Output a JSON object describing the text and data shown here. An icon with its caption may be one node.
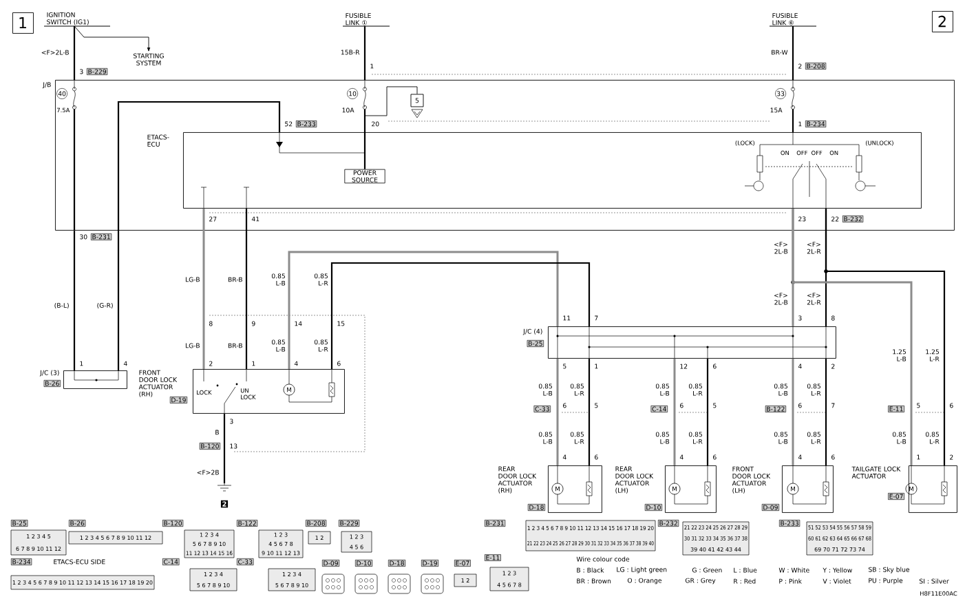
{
  "diagram": {
    "nodes": [
      {
        "text": [
          "1"
        ]
      },
      {
        "text": [
          "2"
        ]
      },
      {
        "text": [
          "IGNITION SWITCH (IG1)"
        ]
      },
      {
        "text": [
          "STARTING SYSTEM"
        ]
      },
      {
        "text": [
          "FUSIBLE LINK ①"
        ]
      },
      {
        "text": [
          "FUSIBLE LINK ⑥"
        ]
      },
      {
        "text": [
          "J/B"
        ]
      },
      {
        "text": [
          "ETACS-ECU"
        ],
        "in": 6
      },
      {
        "text": [
          "POWER SOURCE"
        ],
        "in": 7
      },
      {
        "text": [
          "J/C (3)",
          "B-26"
        ]
      },
      {
        "text": [
          "FRONT DOOR LOCK ACTUATOR (RH)",
          "D-19"
        ]
      },
      {
        "text": [
          "2"
        ]
      },
      {
        "text": [
          "J/C (4)",
          "B-25"
        ]
      },
      {
        "text": [
          "REAR DOOR LOCK ACTUATOR (RH)",
          "D-18"
        ]
      },
      {
        "text": [
          "REAR DOOR LOCK ACTUATOR (LH)",
          "D-10"
        ]
      },
      {
        "text": [
          "FRONT DOOR LOCK ACTUATOR (LH)",
          "D-09"
        ]
      },
      {
        "text": [
          "TAILGATE LOCK ACTUATOR",
          "E-07"
        ]
      },
      {
        "text": [
          "5"
        ],
        "in": 6
      }
    ],
    "edges": [
      {
        "from": 2,
        "to": 6,
        "arrow": "none"
      },
      {
        "from": 2,
        "to": 3,
        "arrow": "to"
      },
      {
        "from": 4,
        "to": 6,
        "arrow": "none"
      },
      {
        "from": 5,
        "to": 6,
        "arrow": "none"
      },
      {
        "from": 6,
        "to": 9,
        "arrow": "none"
      },
      {
        "from": 7,
        "to": 9,
        "arrow": "none"
      },
      {
        "from": 7,
        "to": 10,
        "arrow": "none",
        "color": "#8c8c8c"
      },
      {
        "from": 7,
        "to": 10,
        "arrow": "none"
      },
      {
        "from": 10,
        "to": 12,
        "arrow": "none",
        "color": "#8c8c8c"
      },
      {
        "from": 10,
        "to": 12,
        "arrow": "none"
      },
      {
        "from": 7,
        "to": 12,
        "arrow": "none",
        "color": "#8c8c8c"
      },
      {
        "from": 7,
        "to": 12,
        "arrow": "none"
      },
      {
        "from": 7,
        "to": 16,
        "arrow": "none",
        "color": "#8c8c8c"
      },
      {
        "from": 7,
        "to": 16,
        "arrow": "none"
      },
      {
        "from": 12,
        "to": 13,
        "arrow": "none",
        "color": "#8c8c8c"
      },
      {
        "from": 12,
        "to": 13,
        "arrow": "none"
      },
      {
        "from": 12,
        "to": 14,
        "arrow": "none",
        "color": "#8c8c8c"
      },
      {
        "from": 12,
        "to": 14,
        "arrow": "none"
      },
      {
        "from": 12,
        "to": 15,
        "arrow": "none",
        "color": "#8c8c8c"
      },
      {
        "from": 12,
        "to": 15,
        "arrow": "none"
      },
      {
        "from": 10,
        "to": 11,
        "arrow": "none"
      },
      {
        "from": 6,
        "to": 17,
        "arrow": "none"
      },
      {
        "from": 6,
        "to": 8,
        "arrow": "none"
      }
    ],
    "labels": [
      "<F>2L-B",
      "3",
      "B-229",
      "15B-R",
      "1",
      "BR-W",
      "2",
      "B-208",
      "40",
      "7.5A",
      "10",
      "10A",
      "33",
      "15A",
      "52",
      "B-233",
      "20",
      "1",
      "B-234",
      "(LOCK)",
      "ON",
      "OFF",
      "OFF",
      "ON",
      "(UNLOCK)",
      "27",
      "41",
      "23",
      "22",
      "B-232",
      "30",
      "B-231",
      "<F> 2L-B",
      "<F> 2L-R",
      "(B-L)",
      "(G-R)",
      "LG-B",
      "BR-B",
      "0.85 L-B",
      "0.85 L-R",
      "8",
      "9",
      "14",
      "15",
      "LG-B",
      "BR-B",
      "0.85 L-B",
      "0.85 L-R",
      "1",
      "4",
      "2",
      "1",
      "4",
      "6",
      "LOCK",
      "UN LOCK",
      "3",
      "B",
      "B-120",
      "13",
      "<F>2B",
      "<F> 2L-B",
      "<F> 2L-R",
      "11",
      "7",
      "3",
      "8",
      "1.25 L-B",
      "1.25 L-R",
      "5",
      "1",
      "12",
      "6",
      "4",
      "2",
      "0.85 L-B",
      "0.85 L-R",
      "0.85 L-B",
      "0.85 L-R",
      "0.85 L-B",
      "0.85 L-R",
      "C-33",
      "6",
      "5",
      "C-14",
      "6",
      "5",
      "B-122",
      "6",
      "7",
      "E-11",
      "5",
      "6",
      "0.85 L-B",
      "0.85 L-R",
      "0.85 L-B",
      "0.85 L-R",
      "0.85 L-B",
      "0.85 L-R",
      "0.85 L-B",
      "0.85 L-R",
      "4",
      "6",
      "4",
      "6",
      "4",
      "6",
      "1",
      "2",
      "B-25",
      "1 2 3 4 5",
      "6 7 8 9 10 11 12",
      "B-26",
      "1 2 3 4 5 6 7 8 9 10 11 12",
      "B-120",
      "1 2 3 4",
      "5 6 7 8 9 10",
      "11 12 13 14 15 16",
      "B-122",
      "1 2 3",
      "4 5 6 7 8",
      "9 10 11 12 13",
      "B-208",
      "1 2",
      "B-229",
      "1 2 3",
      "4 5 6",
      "B-234",
      "ETACS-ECU SIDE",
      "1 2 3 4 5 6 7 8 9 10 11 12 13 14 15 16 17 18 19 20",
      "C-14",
      "1 2 3 4",
      "5 6 7 8 9 10",
      "C-33",
      "1 2 3 4",
      "5 6 7 8 9 10",
      "D-09",
      "D-10",
      "D-18",
      "D-19",
      "E-07",
      "1 2",
      "B-231",
      "1 2 3 4 5 6 7 8 9 10 11 12 13 14 15 16 17 18 19 20",
      "21 22 23 24 25 26 27 28 29 30 31 32 33 34 35 36 37 38 39 40",
      "B-232",
      "21 22 23 24 25 26 27 28 29",
      "30 31 32 33 34 35 36 37 38",
      "39 40 41 42 43 44",
      "B-233",
      "51 52 53 54 55 56 57 58 59",
      "60 61 62 63 64 65 66 67 68",
      "69 70 71 72 73 74",
      "E-11",
      "1 2 3",
      "4 5 6 7 8",
      "Wire colour code",
      "B : Black",
      "LG : Light green",
      "G : Green",
      "L : Blue",
      "W : White",
      "Y : Yellow",
      "SB : Sky blue",
      "BR : Brown",
      "O : Orange",
      "GR : Grey",
      "R : Red",
      "P : Pink",
      "V : Violet",
      "PU : Purple",
      "SI : Silver",
      "H8F11E00AC",
      "M",
      "M",
      "M",
      "M",
      "M"
    ]
  }
}
